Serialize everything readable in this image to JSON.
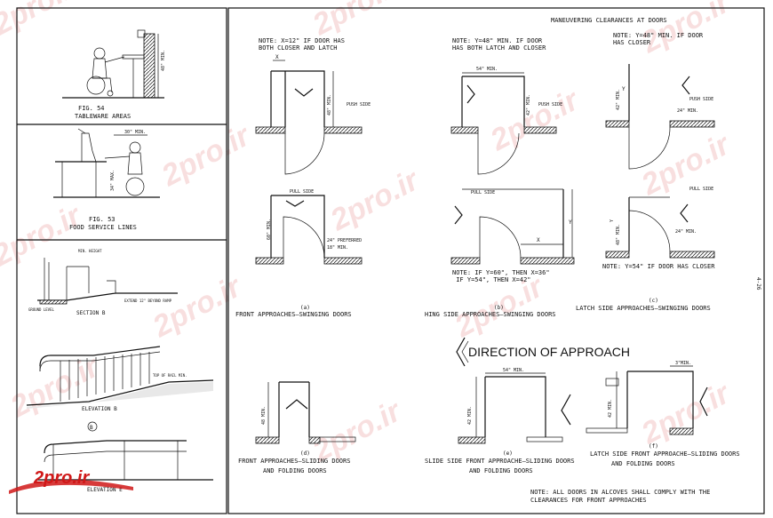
{
  "sheet_title": "MANEUVERING CLEARANCES AT DOORS",
  "left_panels": {
    "fig54": {
      "number": "FIG. 54",
      "caption": "TABLEWARE AREAS"
    },
    "fig53": {
      "number": "FIG. 53",
      "caption": "FOOD SERVICE LINES"
    },
    "section": {
      "caption": "SECTION B"
    },
    "elevation_b": {
      "caption": "ELEVATION B"
    },
    "elevation_e": {
      "caption": "ELEVATION E"
    }
  },
  "details": {
    "a": {
      "note": "NOTE: X=12\" IF DOOR HAS\nBOTH CLOSER AND LATCH",
      "push_label": "PUSH SIDE",
      "pull_label": "PULL SIDE",
      "dim_x": "X",
      "dim_48": "48\" MIN.",
      "dim_60": "60\" MIN.",
      "dim_24": "24\" PREFERRED",
      "dim_18": "18\" MIN.",
      "letter": "(a)",
      "caption": "FRONT APPROACHES—SWINGING DOORS"
    },
    "b": {
      "note": "NOTE: Y=48\" MIN. IF DOOR\nHAS BOTH LATCH AND CLOSER",
      "push_label": "PUSH SIDE",
      "pull_label": "PULL SIDE",
      "dim_54": "54\" MIN.",
      "dim_42": "42\" MIN.",
      "dim_x": "X",
      "dim_y": "Y",
      "note2": "NOTE: IF Y=60\", THEN X=36\"\n     IF Y=54\", THEN X=42\"",
      "letter": "(b)",
      "caption": "HING SIDE APPROACHES—SWINGING DOORS"
    },
    "c": {
      "note": "NOTE: Y=48\" MIN. IF DOOR\nHAS CLOSER",
      "push_label": "PUSH SIDE",
      "pull_label": "PULL SIDE",
      "dim_y": "Y",
      "dim_42": "42\" MIN.",
      "dim_24": "24\" MIN.",
      "dim_48": "48\" MIN.",
      "note2": "NOTE: Y=54\" IF DOOR HAS CLOSER",
      "letter": "(c)",
      "caption": "LATCH SIDE APPROACHES—SWINGING DOORS"
    },
    "d": {
      "dim_48": "48 MIN.",
      "letter": "(d)",
      "caption": "FRONT APPROACHES—SLIDING DOORS\nAND FOLDING DOORS"
    },
    "e": {
      "dim_54": "54\" MIN.",
      "dim_42": "42 MIN.",
      "letter": "(e)",
      "caption": "SLIDE SIDE FRONT APPROACHE—SLIDING DOORS\nAND FOLDING DOORS"
    },
    "f": {
      "dim_3": "3\"MIN.",
      "dim_42": "42 MIN.",
      "letter": "(f)",
      "caption": "LATCH SIDE FRONT APPROACHE—SLIDING DOORS\nAND FOLDING DOORS"
    }
  },
  "direction_label": "DIRECTION OF APPROACH",
  "footer_note": "NOTE:  ALL DOORS IN ALCOVES SHALL COMPLY WITH THE\nCLEARANCES FOR FRONT APPROACHES",
  "side_mark": "4-26",
  "brand": {
    "logo": "2pro.ir",
    "watermark": "2pro.ir"
  },
  "colors": {
    "line": "#111111",
    "brand": "#d01818",
    "background": "#ffffff"
  }
}
